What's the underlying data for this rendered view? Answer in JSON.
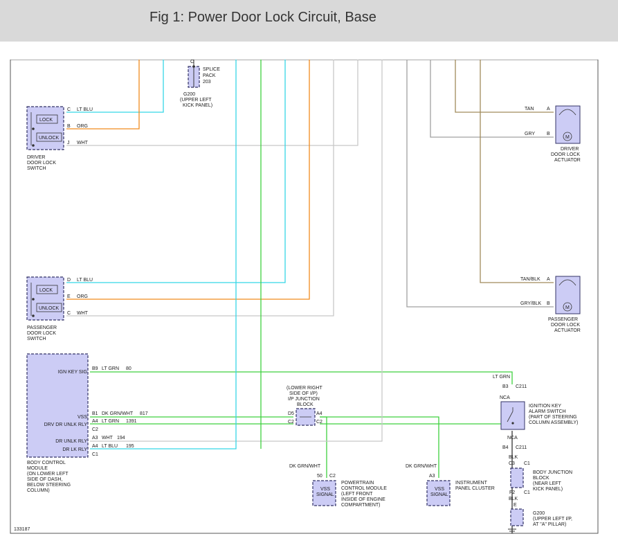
{
  "title": "Fig 1: Power Door Lock Circuit, Base",
  "figure_number": "133187",
  "colors": {
    "lt_blu": "#35d6e6",
    "org": "#f08a1c",
    "wht": "#c8c8c8",
    "lt_grn": "#3ed13e",
    "tan": "#a08a5a",
    "gry": "#a0a0a0",
    "component_fill": "#ccccf5",
    "header_bg": "#d9d9d9"
  },
  "splice": {
    "pin": "C",
    "name": [
      "SPLICE",
      "PACK",
      "203"
    ],
    "ground": [
      "G200",
      "(UPPER LEFT",
      "KICK PANEL)"
    ]
  },
  "driver_switch": {
    "lock": "LOCK",
    "unlock": "UNLOCK",
    "name": [
      "DRIVER",
      "DOOR LOCK",
      "SWITCH"
    ],
    "pins": [
      {
        "pin": "C",
        "wire": "LT BLU"
      },
      {
        "pin": "B",
        "wire": "ORG"
      },
      {
        "pin": "J",
        "wire": "WHT"
      }
    ]
  },
  "passenger_switch": {
    "lock": "LOCK",
    "unlock": "UNLOCK",
    "name": [
      "PASSENGER",
      "DOOR LOCK",
      "SWITCH"
    ],
    "pins": [
      {
        "pin": "D",
        "wire": "LT BLU"
      },
      {
        "pin": "E",
        "wire": "ORG"
      },
      {
        "pin": "C",
        "wire": "WHT"
      }
    ]
  },
  "driver_actuator": {
    "name": [
      "DRIVER",
      "DOOR LOCK",
      "ACTUATOR"
    ],
    "motor": "M",
    "pins": [
      {
        "pin": "A",
        "wire": "TAN"
      },
      {
        "pin": "B",
        "wire": "GRY"
      }
    ]
  },
  "passenger_actuator": {
    "name": [
      "PASSENGER",
      "DOOR LOCK",
      "ACTUATOR"
    ],
    "motor": "M",
    "pins": [
      {
        "pin": "A",
        "wire": "TAN/BLK"
      },
      {
        "pin": "B",
        "wire": "GRY/BLK"
      }
    ]
  },
  "bcm": {
    "name": [
      "BODY CONTROL",
      "MODULE",
      "(ON LOWER LEFT",
      "SIDE OF DASH,",
      "BELOW STEERING",
      "COLUMN)"
    ],
    "ign_label": "IGN KEY SIG",
    "ign_pin": "B9",
    "ign_wire": "LT GRN",
    "ign_circuit": "80",
    "vss_label": "VSS",
    "vss_pin": "B1",
    "vss_wire": "DK GRN/WHT",
    "vss_circuit": "817",
    "drvunlk_label": "DRV DR UNLK RLY",
    "drvunlk_pin": "A4",
    "drvunlk_wire": "LT GRN",
    "drvunlk_circuit": "1391",
    "c2": "C2",
    "drunlk_label": "DR UNLK RLY",
    "drunlk_pin": "A3",
    "drunlk_wire": "WHT",
    "drunlk_circuit": "194",
    "drlk_label": "DR LK RLY",
    "drlk_pin": "A4",
    "drlk_wire": "LT BLU",
    "drlk_circuit": "195",
    "c1": "C1"
  },
  "junction_block": {
    "name": [
      "(LOWER RIGHT",
      "SIDE OF I/P)",
      "I/P JUNCTION",
      "BLOCK"
    ],
    "pin_d5": "D5",
    "pin_c2_left": "C2",
    "pin_a4": "A4",
    "pin_c2_right": "C2"
  },
  "pcm": {
    "wire": "DK GRN/WHT",
    "pin": "50",
    "conn": "C2",
    "box": [
      "VSS",
      "SIGNAL"
    ],
    "name": [
      "POWERTRAIN",
      "CONTROL MODULE",
      "(LEFT FRONT",
      "INSIDE OF ENGINE",
      "COMPARTMENT)"
    ]
  },
  "ipc": {
    "wire": "DK GRN/WHT",
    "pin": "A3",
    "box": [
      "VSS",
      "SIGNAL"
    ],
    "name": [
      "INSTRUMENT",
      "PANEL CLUSTER"
    ]
  },
  "ignition_switch": {
    "wire_top": "LT GRN",
    "pin_top": "B3",
    "conn_top": "C211",
    "nca_top": "NCA",
    "name": [
      "IGNITION KEY",
      "ALARM SWITCH",
      "(PART OF STEERING",
      "COLUMN ASSEMBLY)"
    ],
    "nca_bottom": "NCA",
    "pin_bottom": "B4",
    "conn_bottom": "C211"
  },
  "body_junction": {
    "wire": "BLK",
    "pin_top": "C3",
    "conn_top": "C1",
    "name": [
      "BODY JUNCTION",
      "BLOCK",
      "(NEAR LEFT",
      "KICK PANEL)"
    ],
    "pin_bottom": "F2",
    "conn_bottom": "C1",
    "wire_bottom": "BLK"
  },
  "ground_g200": {
    "pin": "E",
    "name": [
      "G200",
      "(UPPER LEFT I/P,",
      "AT \"A\" PILLAR)"
    ]
  }
}
